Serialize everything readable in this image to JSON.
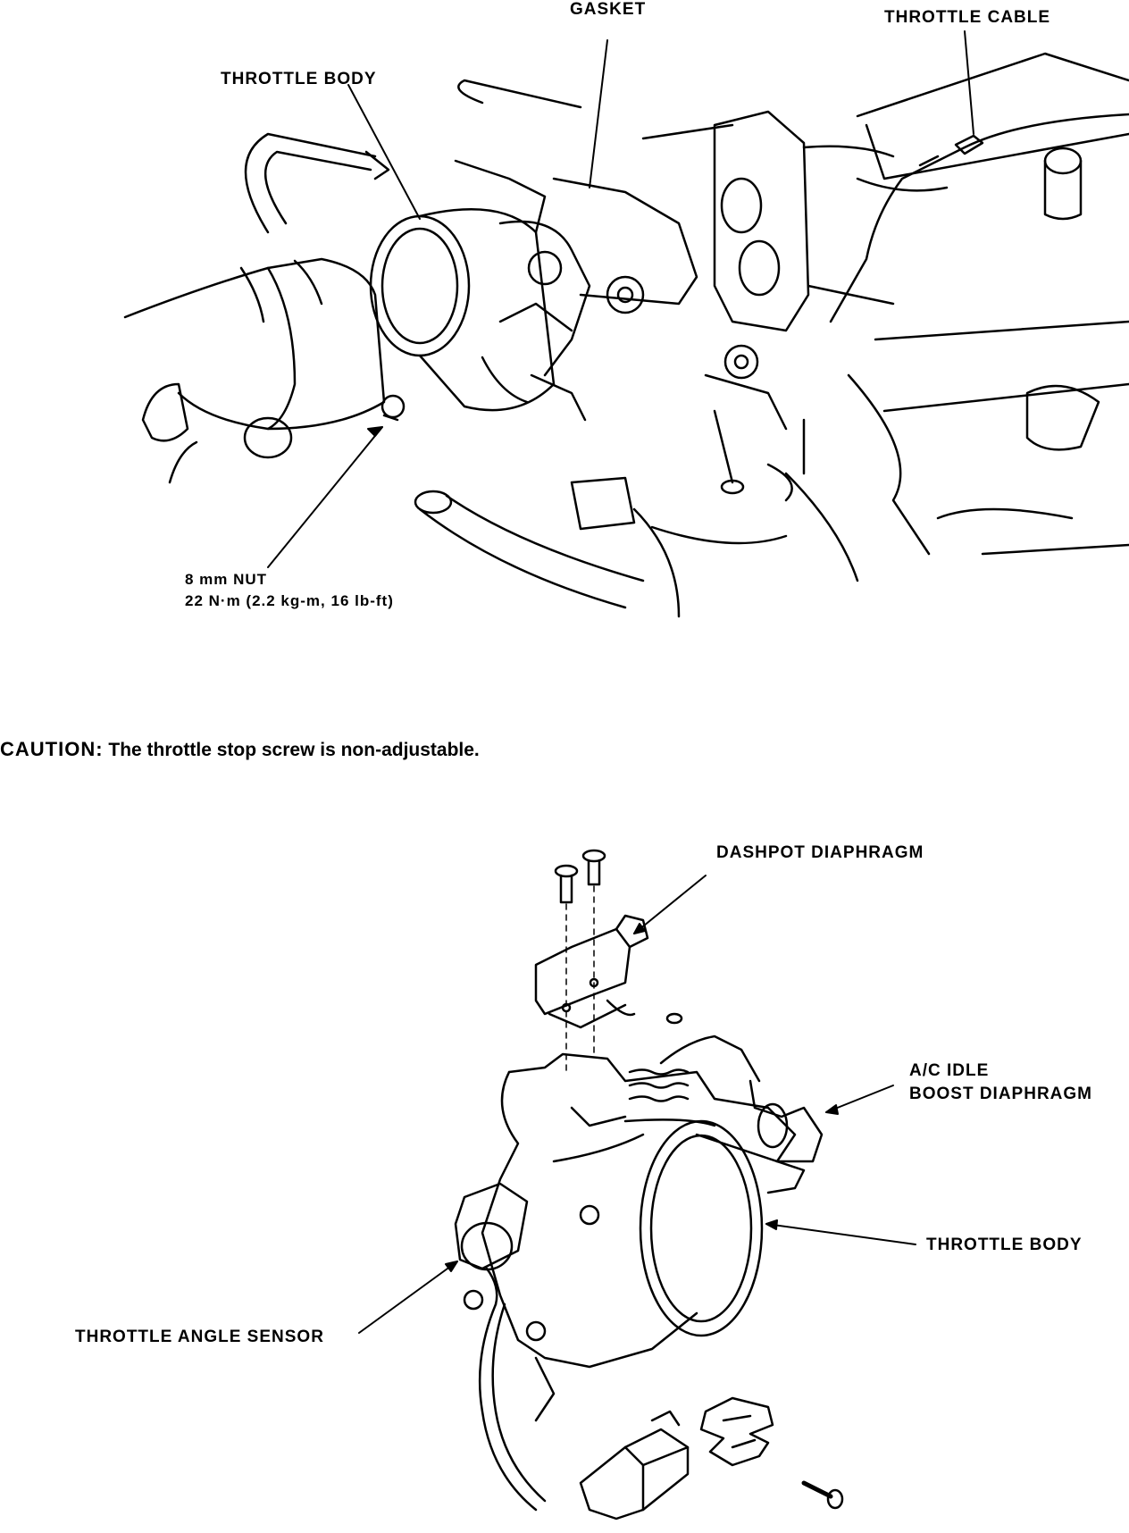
{
  "top_figure": {
    "labels": {
      "gasket": "GASKET",
      "throttle_cable": "THROTTLE CABLE",
      "throttle_body": "THROTTLE BODY",
      "nut_line1": "8 mm NUT",
      "nut_line2": "22 N·m (2.2 kg-m, 16 lb-ft)"
    }
  },
  "caution": {
    "word": "CAUTION:",
    "text": " The throttle stop screw is non-adjustable."
  },
  "bottom_figure": {
    "labels": {
      "dashpot_diaphragm": "DASHPOT DIAPHRAGM",
      "ac_idle_line1": "A/C IDLE",
      "ac_idle_line2": "BOOST DIAPHRAGM",
      "throttle_body": "THROTTLE BODY",
      "throttle_angle_sensor": "THROTTLE ANGLE SENSOR"
    }
  }
}
